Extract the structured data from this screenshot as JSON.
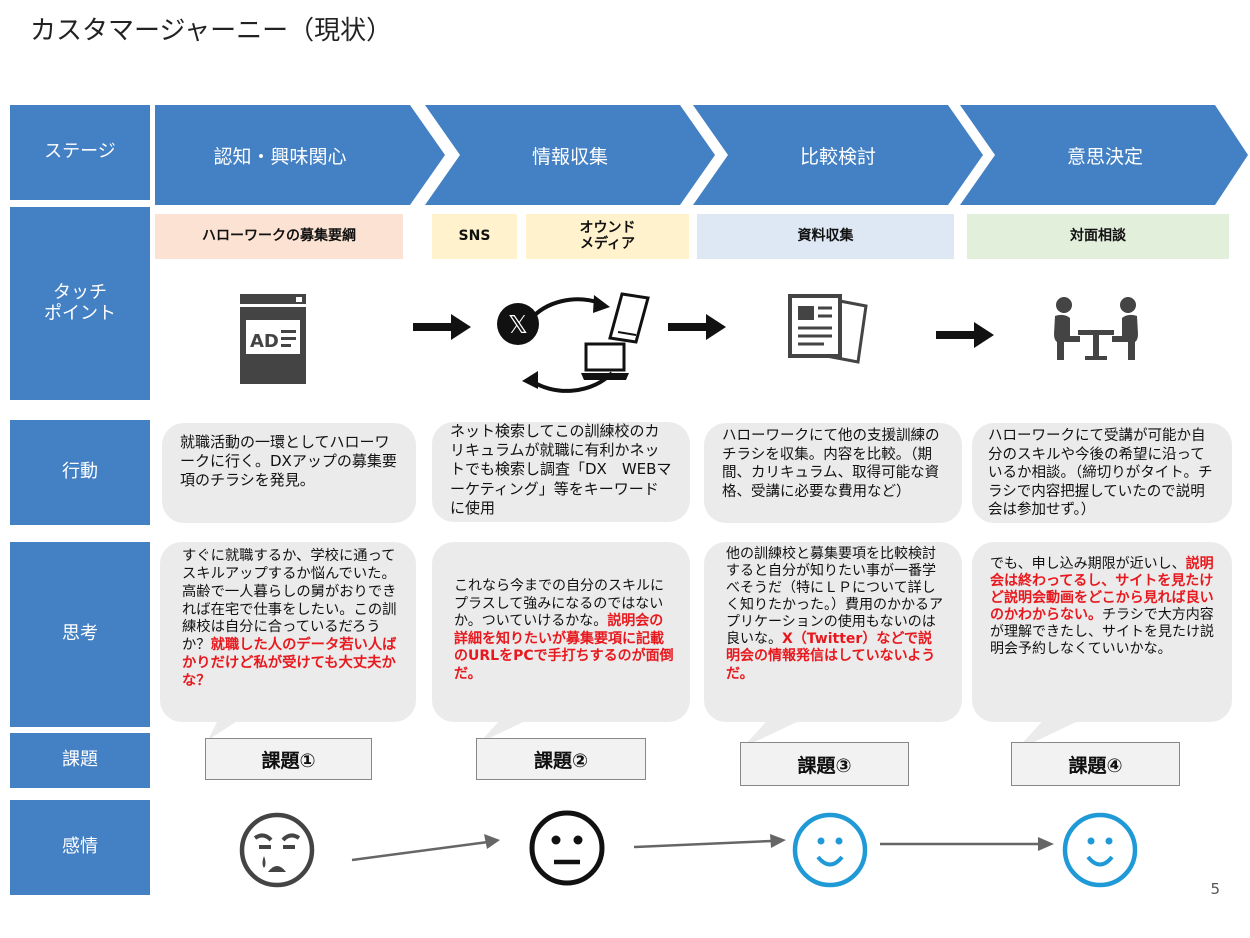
{
  "title": "カスタマージャーニー（現状）",
  "page_number": "5",
  "colors": {
    "blue": "#4380c4",
    "red": "#e8191e",
    "smiley_blue": "#1f9ad6"
  },
  "rows": {
    "stage": "ステージ",
    "touchpoint": "タッチ\nポイント",
    "action": "行動",
    "thinking": "思考",
    "issue": "課題",
    "emotion": "感情"
  },
  "stages": [
    "認知・興味関心",
    "情報収集",
    "比較検討",
    "意思決定"
  ],
  "touchpoints": {
    "hellowork": "ハローワークの募集要綱",
    "sns": "SNS",
    "owned_media": "オウンド\nメディア",
    "materials": "資料収集",
    "consult": "対面相談"
  },
  "icons": [
    "ad-document-icon",
    "arrow-right-icon",
    "x-logo-icon",
    "cycle-arrows-icon",
    "smartphone-icon",
    "laptop-icon",
    "documents-icon",
    "meeting-icon"
  ],
  "ad_text": "AD",
  "x_logo": "𝕏",
  "actions": [
    "就職活動の一環としてハローワークに行く。DXアップの募集要項のチラシを発見。",
    "ネット検索してこの訓練校のカリキュラムが就職に有利かネットでも検索し調査「DX　WEBマーケティング」等をキーワードに使用",
    "ハローワークにて他の支援訓練のチラシを収集。内容を比較。（期間、カリキュラム、取得可能な資格、受講に必要な費用など）",
    "ハローワークにて受講が可能か自分のスキルや今後の希望に沿っているか相談。（締切りがタイト。チラシで内容把握していたので説明会は参加せず。）"
  ],
  "thoughts": [
    {
      "normal": "すぐに就職するか、学校に通ってスキルアップするか悩んでいた。高齢で一人暮らしの舅がおりできれば在宅で仕事をしたい。この訓練校は自分に合っているだろうか？",
      "red": "就職した人のデータ若い人ばかりだけど私が受けても大丈夫かな？",
      "after": ""
    },
    {
      "normal": "これなら今までの自分のスキルにプラスして強みになるのではないか。ついていけるかな。",
      "red": "説明会の詳細を知りたいが募集要項に記載のURLをPCで手打ちするのが面倒だ。",
      "after": ""
    },
    {
      "normal": "他の訓練校と募集要項を比較検討すると自分が知りたい事が一番学べそうだ（特にＬＰについて詳しく知りたかった。）費用のかかるアプリケーションの使用もないのは良いな。",
      "red": "X（Twitter）などで説明会の情報発信はしていないようだ。",
      "after": ""
    },
    {
      "normal": "でも、申し込み期限が近いし、",
      "red": "説明会は終わってるし、サイトを見たけど説明会動画をどこから見れば良いのかわからない。",
      "after": "チラシで大方内容が理解できたし、サイトを見たけ説明会予約しなくていいかな。"
    }
  ],
  "issues": [
    "課題①",
    "課題②",
    "課題③",
    "課題④"
  ],
  "emotions": [
    "worried-face-icon",
    "neutral-face-icon",
    "smile-face-icon",
    "smile-face-icon"
  ]
}
